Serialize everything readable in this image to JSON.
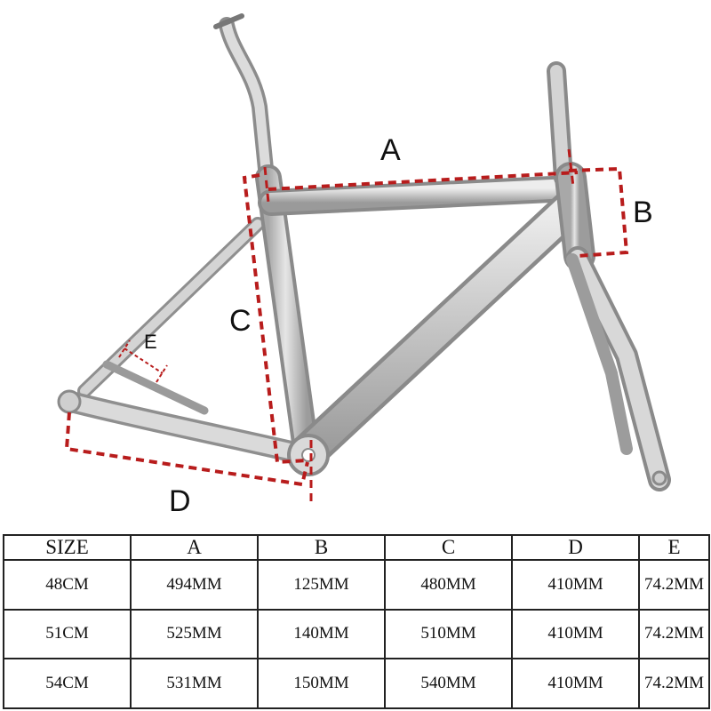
{
  "diagram": {
    "labels": {
      "a": "A",
      "b": "B",
      "c": "C",
      "d": "D",
      "e": "E"
    },
    "dimension_line_color": "#b81c1c",
    "frame_color": "#c9c9c9"
  },
  "table": {
    "headers": [
      "SIZE",
      "A",
      "B",
      "C",
      "D",
      "E"
    ],
    "rows": [
      [
        "48CM",
        "494MM",
        "125MM",
        "480MM",
        "410MM",
        "74.2MM"
      ],
      [
        "51CM",
        "525MM",
        "140MM",
        "510MM",
        "410MM",
        "74.2MM"
      ],
      [
        "54CM",
        "531MM",
        "150MM",
        "540MM",
        "410MM",
        "74.2MM"
      ]
    ]
  }
}
